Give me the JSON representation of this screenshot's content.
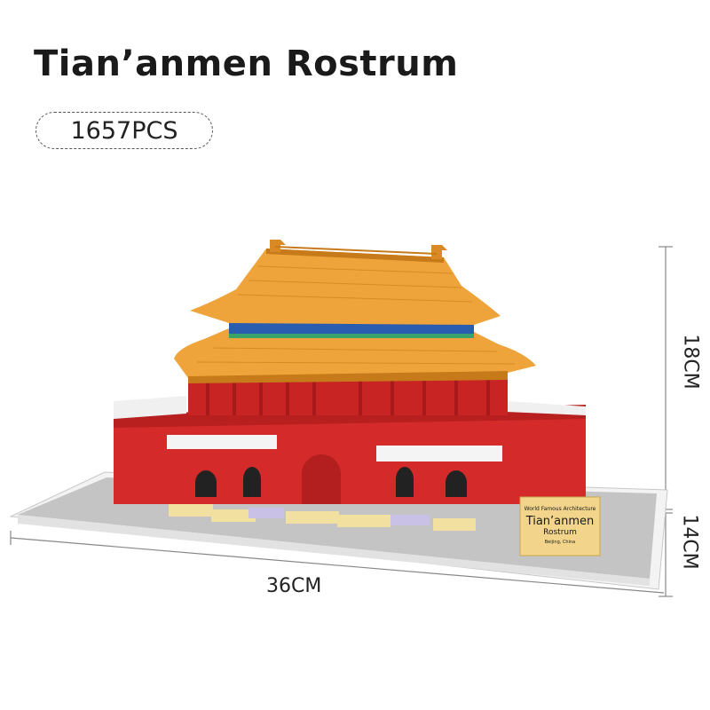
{
  "title": "Tian’anmen Rostrum",
  "piece_count": "1657PCS",
  "dimensions": {
    "width": "36CM",
    "height": "18CM",
    "depth": "14CM"
  },
  "plaque": {
    "line1": "World Famous Architecture",
    "line2": "Tian’anmen",
    "line3": "Rostrum",
    "line4": "Beijing, China"
  },
  "colors": {
    "wall_red": "#d42a2a",
    "roof_orange": "#eea43a",
    "base_gray": "#c4c4c4",
    "plaque_gold": "#f2d58a"
  }
}
